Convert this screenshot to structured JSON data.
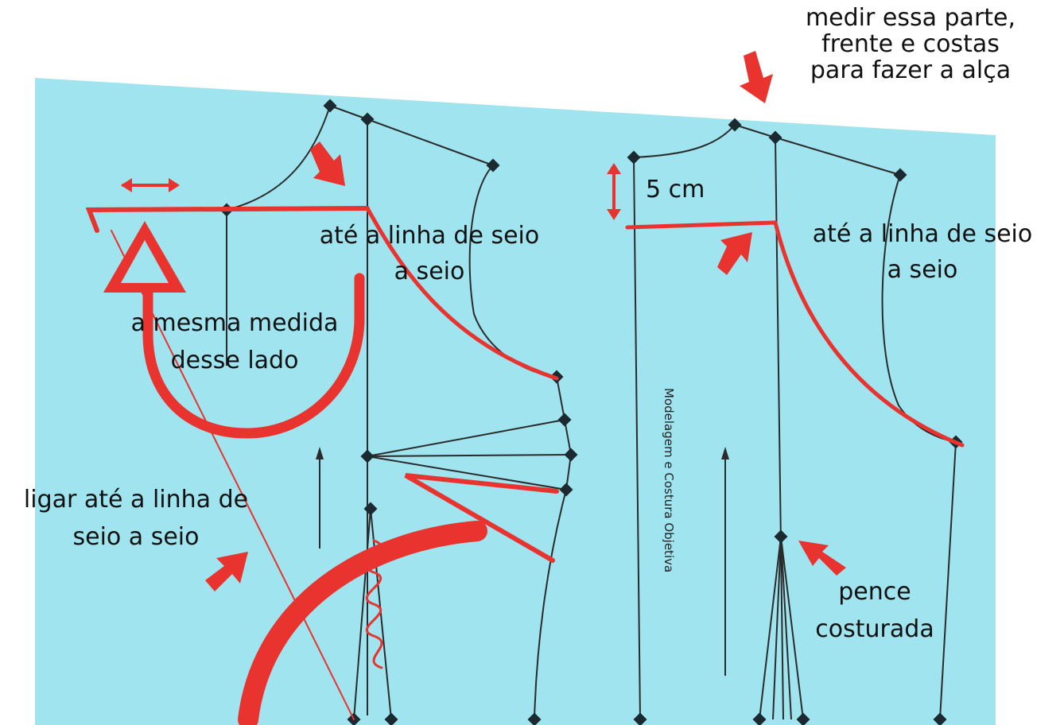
{
  "annotations": {
    "strap_note_line1": "medir essa parte,",
    "strap_note_line2": "frente e costas",
    "strap_note_line3": "para fazer a alça",
    "five_cm": "5 cm",
    "bust_line_left_1": "até a linha de seio",
    "bust_line_left_2": "a seio",
    "bust_line_right_1": "até a linha de seio",
    "bust_line_right_2": "a seio",
    "same_measure_1": "a mesma medida",
    "same_measure_2": "desse lado",
    "connect_1": "ligar até a linha de",
    "connect_2": "seio a seio",
    "dart_1": "pence",
    "dart_2": "costurada"
  },
  "printed": {
    "side_label": "Modelagem e Costura Objetiva"
  },
  "colors": {
    "paper": "#9fe4ee",
    "pattern_line": "#2b2b2b",
    "marker": "#e8332f",
    "node": "#1a2a30"
  }
}
